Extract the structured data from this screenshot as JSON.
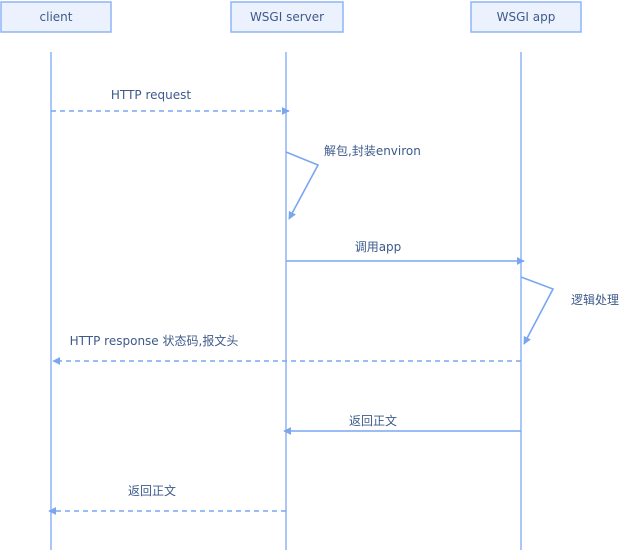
{
  "colors": {
    "box_fill": "#ecf2fd",
    "box_stroke": "#8fb4f5",
    "line": "#7aa6f0",
    "text": "#3d5a8a"
  },
  "actors": [
    {
      "id": "client",
      "label": "client"
    },
    {
      "id": "server",
      "label": "WSGI server"
    },
    {
      "id": "app",
      "label": "WSGI app"
    }
  ],
  "messages": [
    {
      "from": "client",
      "to": "server",
      "label": "HTTP request",
      "style": "dashed"
    },
    {
      "from": "server",
      "to": "server",
      "label": "解包,封装environ",
      "style": "solid"
    },
    {
      "from": "server",
      "to": "app",
      "label": "调用app",
      "style": "solid"
    },
    {
      "from": "app",
      "to": "app",
      "label": "逻辑处理",
      "style": "solid"
    },
    {
      "from": "app",
      "to": "client",
      "label": "HTTP response 状态码,报文头",
      "style": "dashed"
    },
    {
      "from": "app",
      "to": "server",
      "label": "返回正文",
      "style": "solid"
    },
    {
      "from": "server",
      "to": "client",
      "label": "返回正文",
      "style": "dashed"
    }
  ]
}
